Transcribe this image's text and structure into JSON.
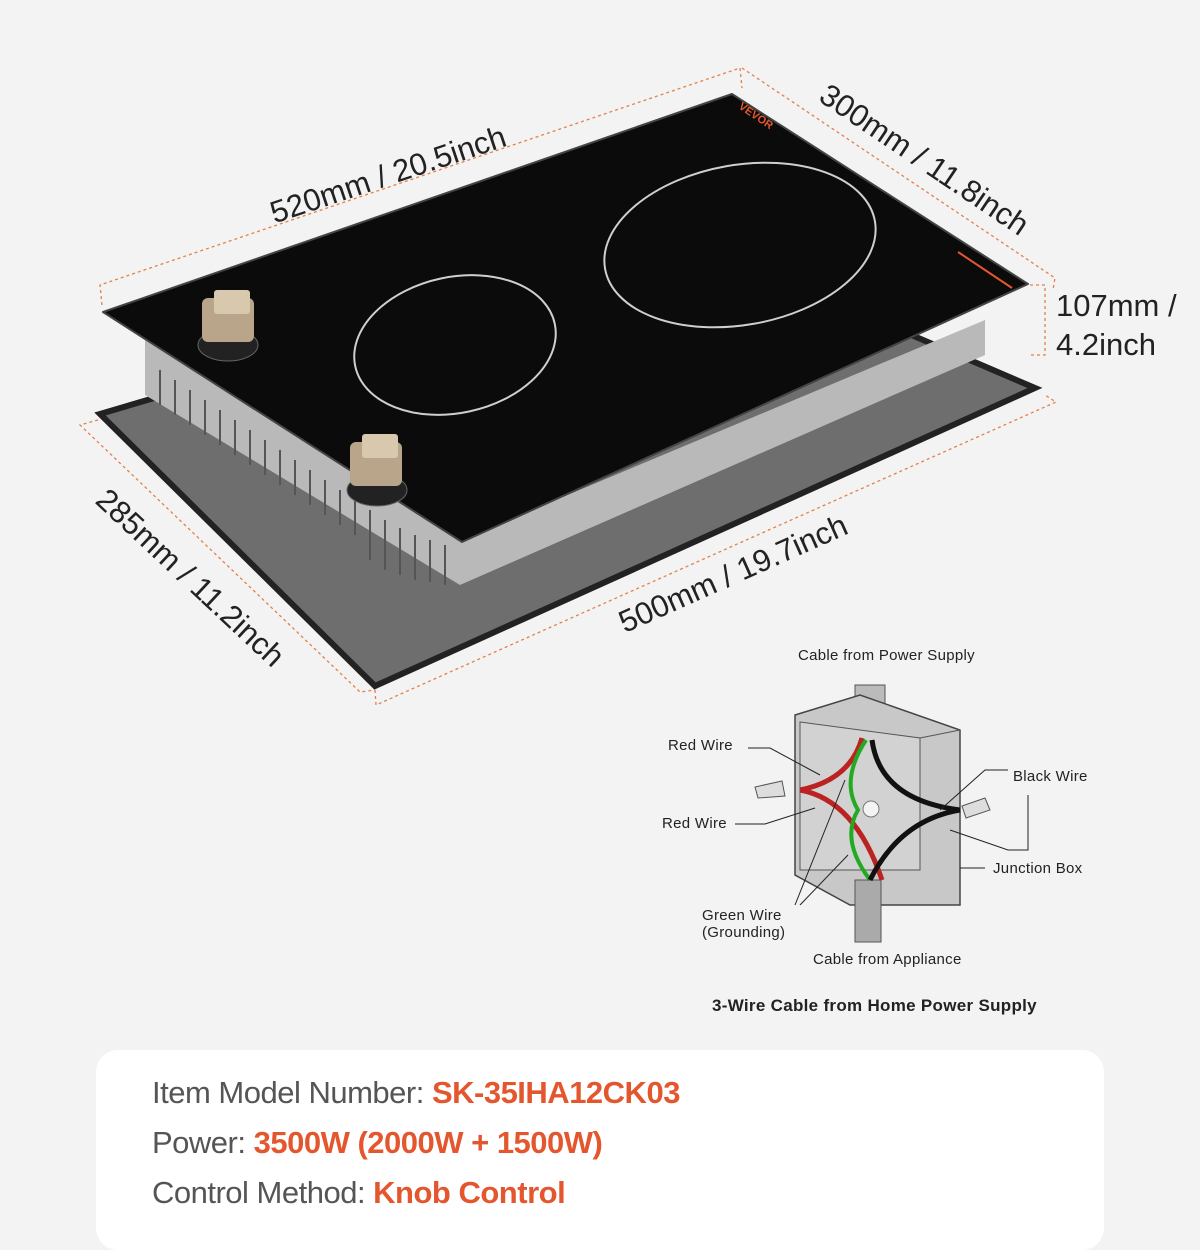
{
  "brand": {
    "logo_text": "VEVOR",
    "accent_color": "#e4572e"
  },
  "dimensions": {
    "top_length": "520mm / 20.5inch",
    "top_depth": "300mm / 11.8inch",
    "height_line1": "107mm /",
    "height_line2": "4.2inch",
    "cutout_depth": "285mm / 11.2inch",
    "cutout_length": "500mm / 19.7inch"
  },
  "wiring": {
    "cable_top": "Cable from Power Supply",
    "red_wire_1": "Red Wire",
    "red_wire_2": "Red Wire",
    "black_wire": "Black Wire",
    "junction_box": "Junction Box",
    "green_wire_1": "Green Wire",
    "green_wire_2": "(Grounding)",
    "cable_bottom": "Cable from Appliance",
    "title": "3-Wire Cable from Home Power Supply"
  },
  "specs": [
    {
      "label": "Item Model Number: ",
      "value": "SK-35IHA12CK03"
    },
    {
      "label": "Power: ",
      "value": "3500W (2000W + 1500W)"
    },
    {
      "label": "Control Method: ",
      "value": "Knob Control"
    }
  ]
}
